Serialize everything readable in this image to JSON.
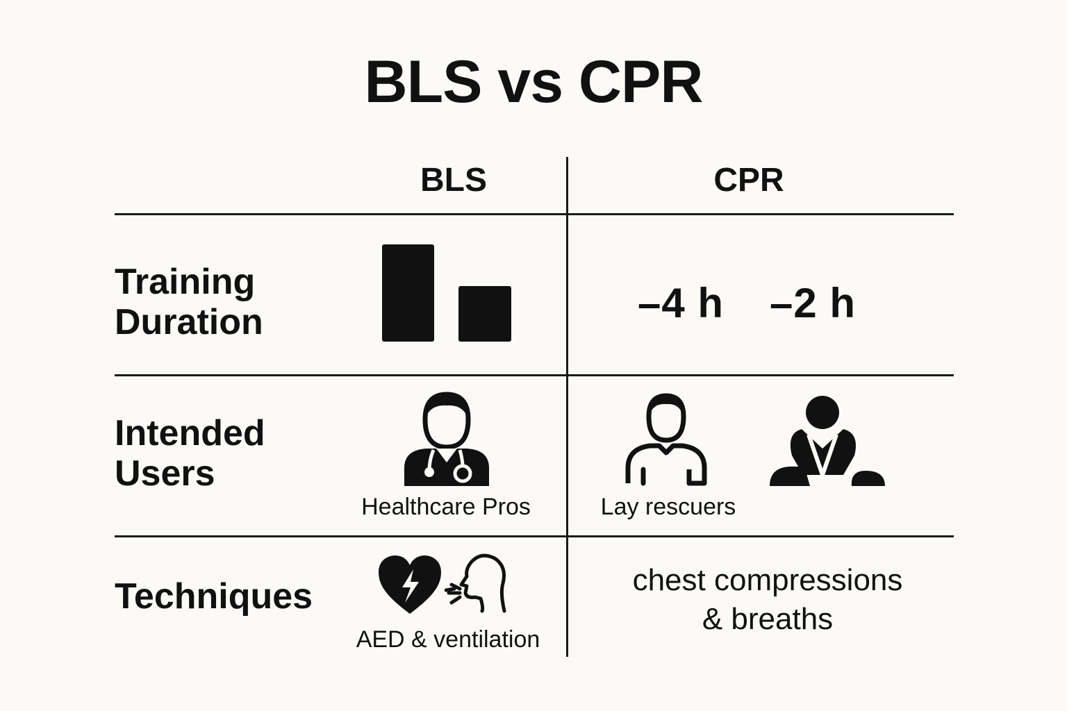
{
  "title": "BLS vs CPR",
  "columns": {
    "bls": "BLS",
    "cpr": "CPR"
  },
  "rows": {
    "training_duration": {
      "label_line1": "Training",
      "label_line2": "Duration",
      "cpr_values": [
        "–4 h",
        "–2 h"
      ]
    },
    "intended_users": {
      "label_line1": "Intended",
      "label_line2": "Users",
      "bls_caption": "Healthcare Pros",
      "cpr_caption": "Lay rescuers"
    },
    "techniques": {
      "label": "Techniques",
      "bls_caption": "AED & ventilation",
      "cpr_line1": "chest compressions",
      "cpr_line2": "& breaths"
    }
  },
  "icons": {
    "bls_users": "healthcare-worker-icon",
    "cpr_users_1": "person-icon",
    "cpr_users_2": "cpr-rescuer-icon",
    "bls_tech_1": "heart-defibrillator-icon",
    "bls_tech_2": "rescue-breathing-icon"
  },
  "colors": {
    "ink": "#111111",
    "background": "#fbfaf6"
  }
}
